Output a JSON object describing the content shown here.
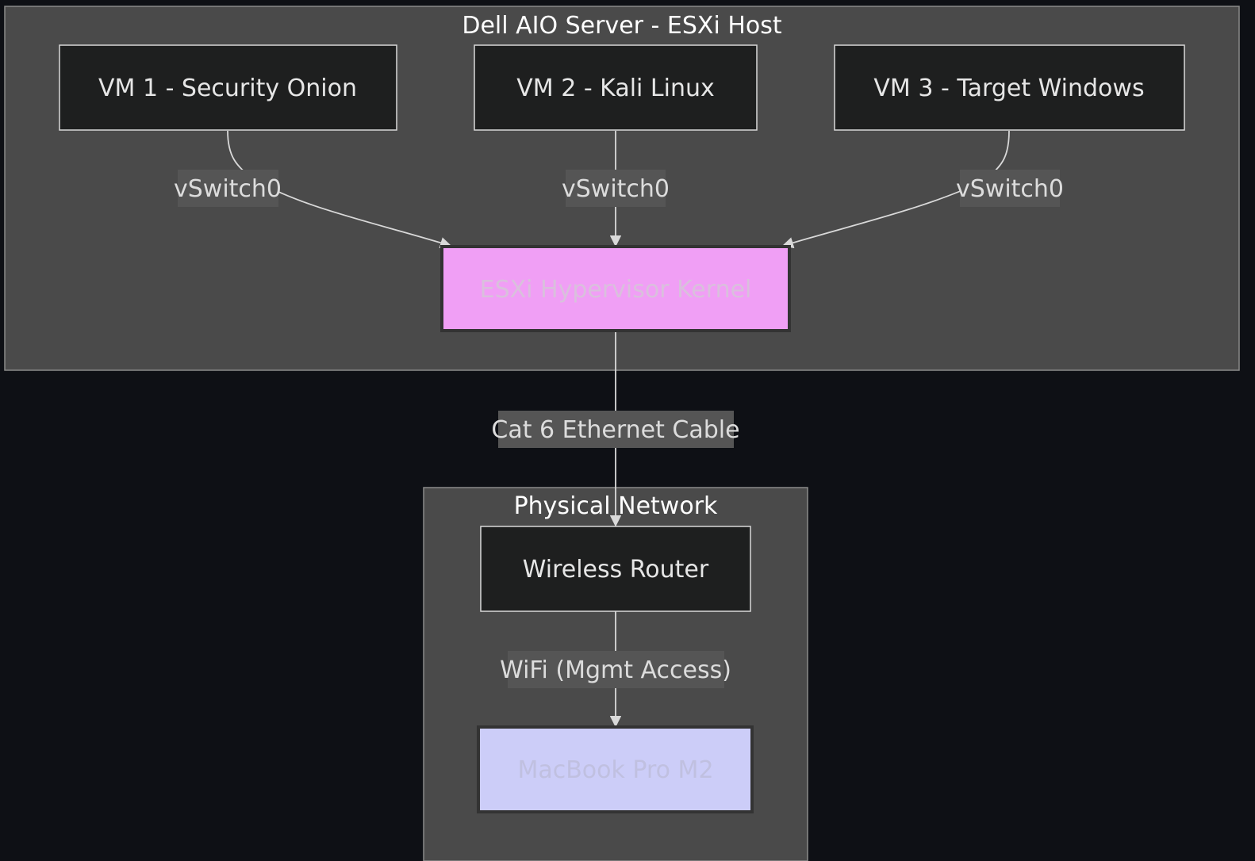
{
  "clusters": {
    "esxi_host": {
      "title": "Dell AIO Server - ESXi Host"
    },
    "physical": {
      "title": "Physical Network"
    }
  },
  "nodes": {
    "vm1": {
      "label": "VM 1 - Security Onion"
    },
    "vm2": {
      "label": "VM 2 - Kali Linux"
    },
    "vm3": {
      "label": "VM 3 - Target Windows"
    },
    "kernel": {
      "label": "ESXi Hypervisor Kernel",
      "fill": "#f09ff5",
      "text_color": "#d9c0dc"
    },
    "router": {
      "label": "Wireless Router"
    },
    "macbook": {
      "label": "MacBook Pro M2",
      "fill": "#cccdf8",
      "text_color": "#c0c0e0"
    }
  },
  "edges": {
    "vm1_kernel": {
      "label": "vSwitch0"
    },
    "vm2_kernel": {
      "label": "vSwitch0"
    },
    "vm3_kernel": {
      "label": "vSwitch0"
    },
    "kernel_router": {
      "label": "Cat 6 Ethernet Cable"
    },
    "router_macbook": {
      "label": "WiFi (Mgmt Access)"
    }
  },
  "colors": {
    "background": "#0e1015",
    "cluster_fill": "#4a4a4a",
    "node_fill": "#1e1f1f",
    "edge_stroke": "#d9d9d9"
  }
}
